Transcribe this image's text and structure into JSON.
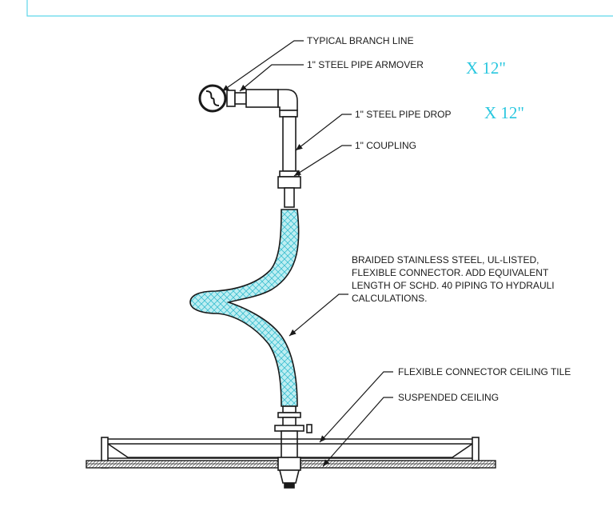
{
  "labels": {
    "typical_branch_line": "TYPICAL BRANCH LINE",
    "armover": "1\" STEEL PIPE ARMOVER",
    "drop": "1\" STEEL PIPE DROP",
    "coupling": "1\" COUPLING",
    "braided_line1": "BRAIDED STAINLESS STEEL, UL-LISTED,",
    "braided_line2": "FLEXIBLE CONNECTOR.  ADD EQUIVALENT",
    "braided_line3": "LENGTH OF SCHD. 40 PIPING TO HYDRAULI",
    "braided_line4": "CALCULATIONS.",
    "ceiling_tile": "FLEXIBLE CONNECTOR CEILING TILE",
    "suspended_ceiling": "SUSPENDED CEILING"
  },
  "annotations": {
    "armover_length": "X 12\"",
    "drop_length": "X 12\""
  },
  "colors": {
    "frame_border": "#5fd6ea",
    "annotation": "#29c7df",
    "hose_fill": "#bfeef2",
    "hose_hatch": "#3bbfd0",
    "line": "#1a1a1a"
  }
}
